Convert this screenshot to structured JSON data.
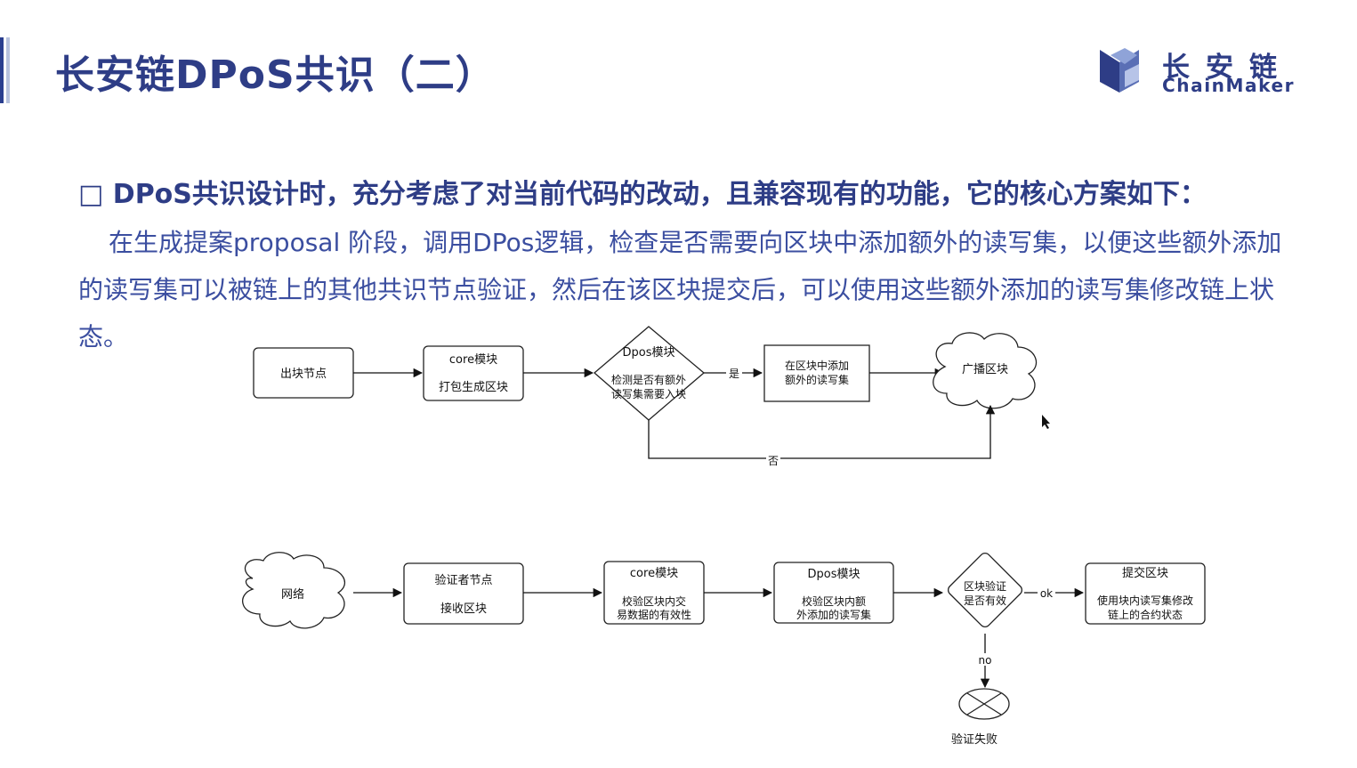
{
  "slide": {
    "title": "长安链DPoS共识（二）",
    "logo_cn": "长安链",
    "logo_en": "ChainMaker",
    "heading": "□ DPoS共识设计时，充分考虑了对当前代码的改动，且兼容现有的功能，它的核心方案如下：",
    "body": "在生成提案proposal 阶段，调用DPos逻辑，检查是否需要向区块中添加额外的读写集，以便这些额外添加的读写集可以被链上的其他共识节点验证，然后在该区块提交后，可以使用这些额外添加的读写集修改链上状态。"
  },
  "colors": {
    "title": "#2e3d86",
    "body": "#3b4ea0",
    "logo_dark": "#2e3d86",
    "logo_light": "#6f86c9"
  },
  "flow1": {
    "node_out": "出块节点",
    "core_title": "core模块",
    "core_sub": "打包生成区块",
    "dpos_title": "Dpos模块",
    "dpos_line1": "检测是否有额外",
    "dpos_line2": "读写集需要入块",
    "yes_label": "是",
    "add_line1": "在区块中添加",
    "add_line2": "额外的读写集",
    "broadcast": "广播区块",
    "no_label": "否"
  },
  "flow2": {
    "network": "网络",
    "verifier_title": "验证者节点",
    "verifier_sub": "接收区块",
    "core_title": "core模块",
    "core_line1": "校验区块内交",
    "core_line2": "易数据的有效性",
    "dpos_title": "Dpos模块",
    "dpos_line1": "校验区块内额",
    "dpos_line2": "外添加的读写集",
    "check_line1": "区块验证",
    "check_line2": "是否有效",
    "ok_label": "ok",
    "commit_title": "提交区块",
    "commit_line1": "使用块内读写集修改",
    "commit_line2": "链上的合约状态",
    "no_label": "no",
    "fail_label": "验证失败"
  }
}
